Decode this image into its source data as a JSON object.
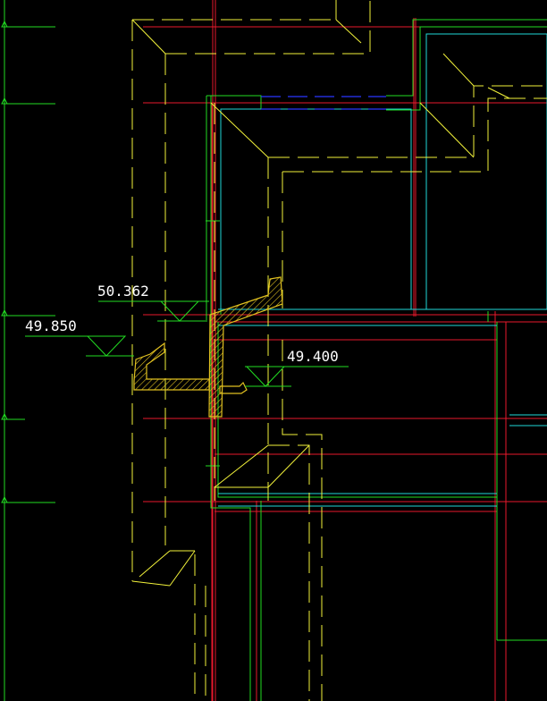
{
  "drawing": {
    "background": "#000000",
    "colors": {
      "axis_red": "#e8192c",
      "beam_yellow": "#f2f23a",
      "wall_green": "#22dd22",
      "glass_cyan": "#20d8d8",
      "hidden_blue": "#2a36ff",
      "hatch_yellow": "#e0c020",
      "text_white": "#ffffff"
    },
    "elevations": [
      {
        "label": "50.362"
      },
      {
        "label": "49.850"
      },
      {
        "label": "49.400"
      }
    ]
  }
}
